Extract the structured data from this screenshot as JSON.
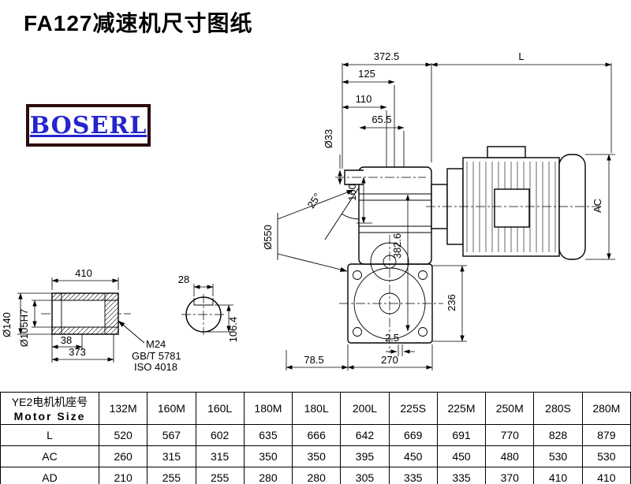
{
  "title": "FA127减速机尺寸图纸",
  "logo": "BOSERL",
  "drawing": {
    "top": {
      "d372_5": "372.5",
      "L": "L",
      "d125": "125",
      "d110": "110",
      "d65_5": "65.5"
    },
    "main": {
      "d33": "Ø33",
      "d160": "160",
      "angle": "25°",
      "d550": "Ø550",
      "d382_6": "382.6",
      "ac": "AC",
      "d236": "236",
      "d2_5": "2.5",
      "d78_5": "78.5",
      "d270": "270"
    },
    "detail": {
      "d410": "410",
      "d38": "38",
      "d373": "373",
      "d140": "Ø140",
      "d105": "Ø105H7",
      "d28": "28",
      "d106_4": "106.4",
      "m24": "M24",
      "gbt": "GB/T 5781",
      "iso": "ISO 4018"
    }
  },
  "table": {
    "header_cn": "YE2电机机座号",
    "header_en": "Motor Size",
    "columns": [
      "132M",
      "160M",
      "160L",
      "180M",
      "180L",
      "200L",
      "225S",
      "225M",
      "250M",
      "280S",
      "280M"
    ],
    "rows": [
      {
        "label": "L",
        "values": [
          "520",
          "567",
          "602",
          "635",
          "666",
          "642",
          "669",
          "691",
          "770",
          "828",
          "879"
        ]
      },
      {
        "label": "AC",
        "values": [
          "260",
          "315",
          "315",
          "350",
          "350",
          "395",
          "450",
          "450",
          "480",
          "530",
          "530"
        ]
      },
      {
        "label": "AD",
        "values": [
          "210",
          "255",
          "255",
          "280",
          "280",
          "305",
          "335",
          "335",
          "370",
          "410",
          "410"
        ]
      }
    ]
  }
}
